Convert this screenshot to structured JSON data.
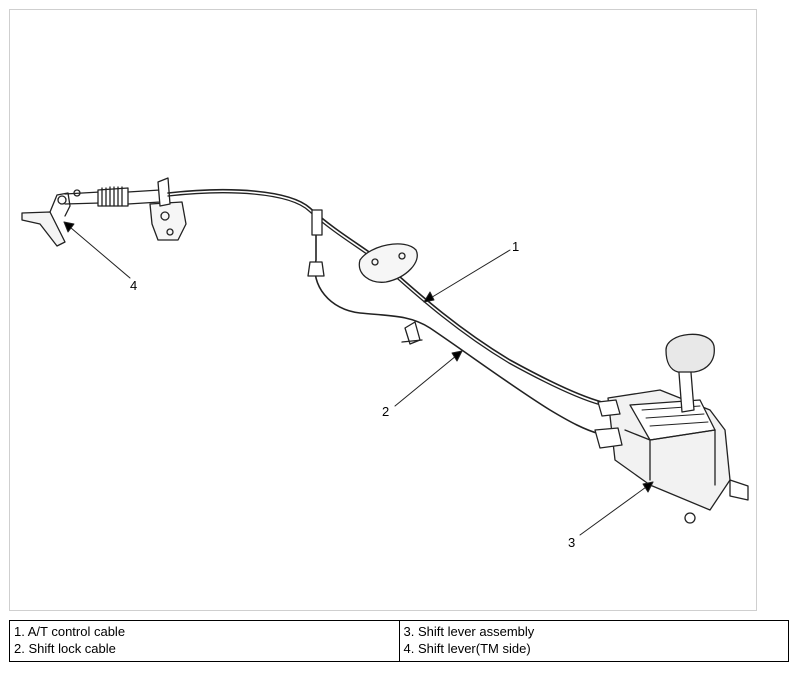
{
  "callouts": [
    "1",
    "2",
    "3",
    "4"
  ],
  "legend": {
    "left": [
      "1. A/T control cable",
      "2. Shift lock cable"
    ],
    "right": [
      "3. Shift lever assembly",
      "4. Shift lever(TM side)"
    ]
  }
}
